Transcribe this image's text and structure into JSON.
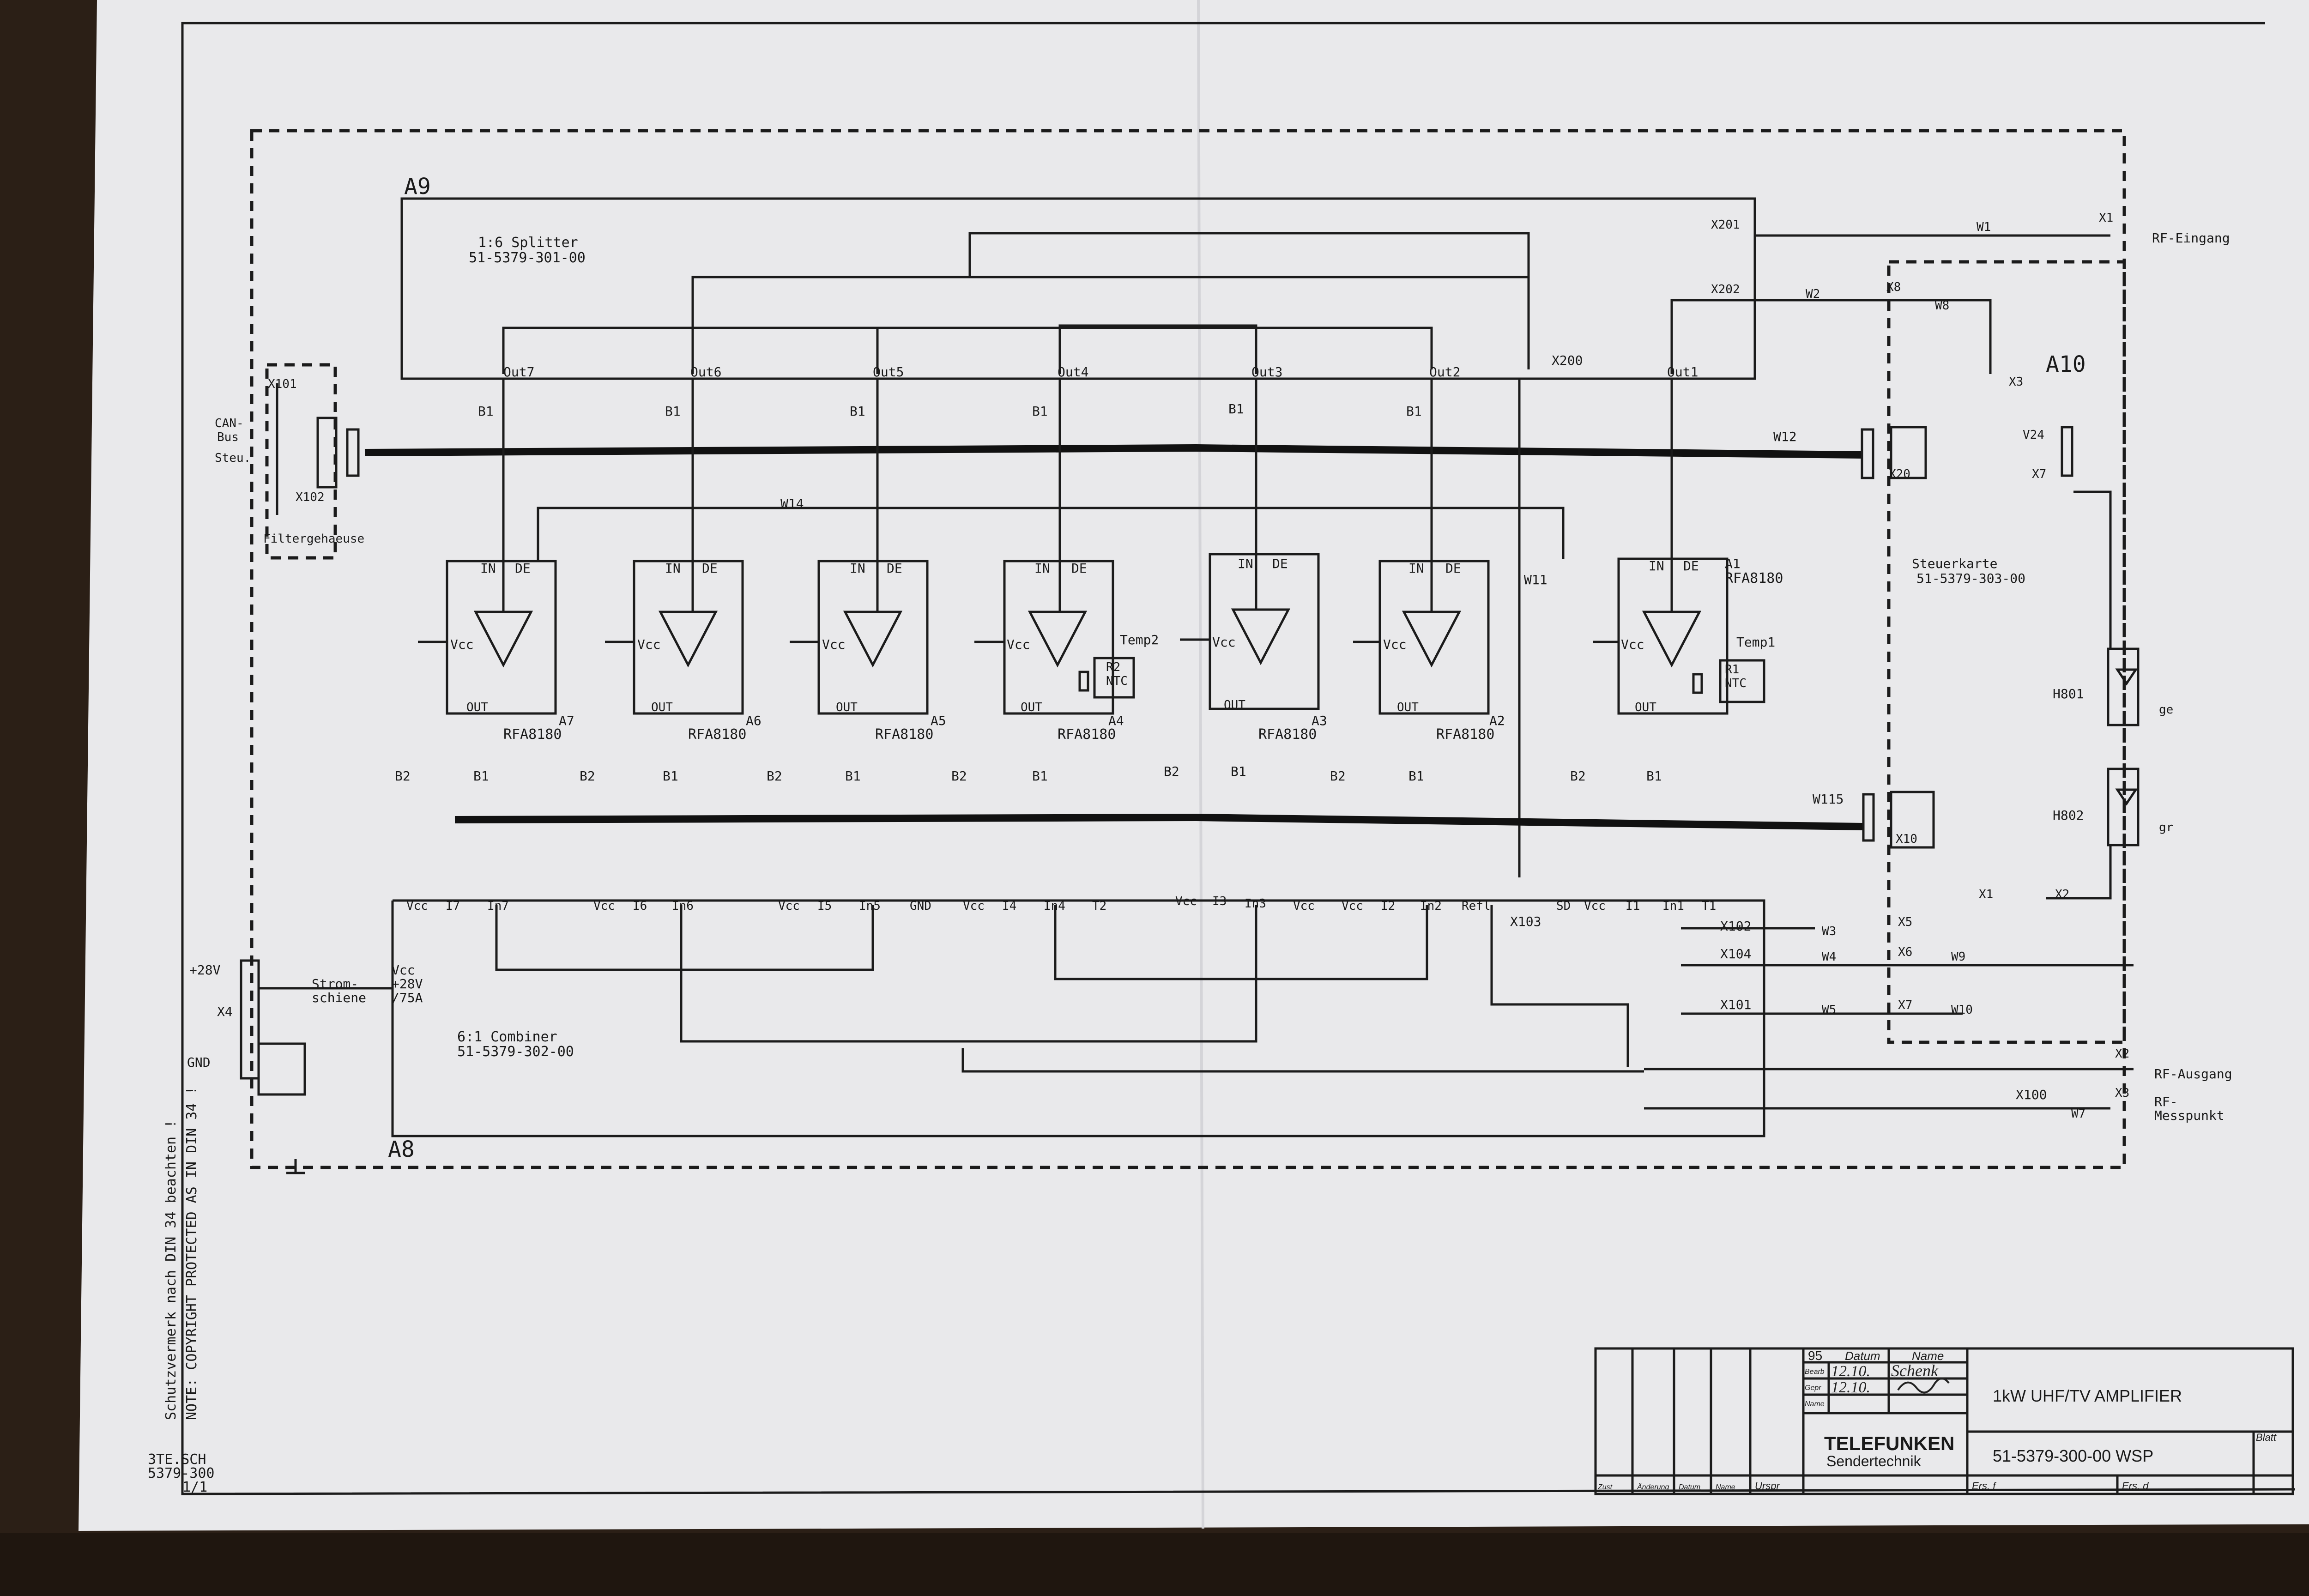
{
  "sheet": {
    "section_a9": "A9",
    "section_a8": "A8",
    "section_a10": "A10"
  },
  "splitter": {
    "title": "1:6 Splitter",
    "part": "51-5379-301-00"
  },
  "combiner": {
    "title": "6:1 Combiner",
    "part": "51-5379-302-00"
  },
  "control_card": {
    "title": "Steuerkarte",
    "part": "51-5379-303-00"
  },
  "filter_housing": {
    "label": "Filtergehaeuse",
    "x101": "X101",
    "x102": "X102",
    "can_line1": "CAN-",
    "can_line2": "Bus",
    "can_line3": "Steu."
  },
  "splitter_outputs": [
    "Out7",
    "Out6",
    "Out5",
    "Out4",
    "Out3",
    "Out2",
    "Out1"
  ],
  "b1_label": "B1",
  "b2_label": "B2",
  "amplifiers": [
    {
      "id": "A7",
      "type": "RFA8180"
    },
    {
      "id": "A6",
      "type": "RFA8180"
    },
    {
      "id": "A5",
      "type": "RFA8180"
    },
    {
      "id": "A4",
      "type": "RFA8180"
    },
    {
      "id": "A3",
      "type": "RFA8180"
    },
    {
      "id": "A2",
      "type": "RFA8180"
    },
    {
      "id": "A1",
      "type": "RFA8180"
    }
  ],
  "amp_pins": {
    "in": "IN",
    "de": "DE",
    "vcc": "Vcc",
    "out": "OUT"
  },
  "ntc": [
    {
      "temp": "Temp2",
      "r": "R2",
      "ntc": "NTC"
    },
    {
      "temp": "Temp1",
      "r": "R1",
      "ntc": "NTC"
    }
  ],
  "wires": {
    "w14": "W14",
    "w12": "W12",
    "w115": "W115",
    "w11": "W11",
    "w1": "W1",
    "w2": "W2",
    "w8": "W8",
    "w3": "W3",
    "w4": "W4",
    "w5": "W5",
    "w9": "W9",
    "w10": "W10",
    "w7": "W7"
  },
  "connectors": {
    "x200": "X200",
    "x201": "X201",
    "x202": "X202",
    "x103": "X103",
    "x102": "X102",
    "x104": "X104",
    "x101": "X101",
    "x100": "X100",
    "x1": "X1",
    "x2": "X2",
    "x3": "X3",
    "x4": "X4",
    "x5": "X5",
    "x6": "X6",
    "x7": "X7",
    "x8": "X8",
    "x10": "X10",
    "x20": "X20",
    "x3b": "X3",
    "x7b": "X7",
    "v24": "V24",
    "x1b": "X1",
    "x2b": "X2"
  },
  "rf": {
    "input": "RF-Eingang",
    "output": "RF-Ausgang",
    "measure_l1": "RF-",
    "measure_l2": "Messpunkt"
  },
  "leds": [
    {
      "id": "H801",
      "color": "ge"
    },
    {
      "id": "H802",
      "color": "gr"
    }
  ],
  "combiner_pins": [
    "Vcc",
    "I7",
    "In7",
    "Vcc",
    "I6",
    "In6",
    "Vcc",
    "I5",
    "In5",
    "GND",
    "Vcc",
    "I4",
    "In4",
    "T2",
    "Vcc",
    "I3",
    "In3",
    "Vcc",
    "Vcc",
    "I2",
    "In2",
    "Refl",
    "SD",
    "Vcc",
    "I1",
    "In1",
    "T1"
  ],
  "power": {
    "plus28": "+28V",
    "x4": "X4",
    "gnd": "GND",
    "rail_l1": "Strom-",
    "rail_l2": "schiene",
    "rail_v1": "Vcc",
    "rail_v2": "+28V",
    "rail_v3": "/75A"
  },
  "side_note": {
    "line1": "Schutzvermerk nach DIN 34 beachten !",
    "line2": "NOTE: COPYRIGHT PROTECTED AS IN DIN 34 !"
  },
  "file_ref": {
    "l1": "3TE.SCH",
    "l2": "5379-300",
    "l3": "1/1"
  },
  "title_block": {
    "year": "95",
    "datum": "Datum",
    "name": "Name",
    "bearb": "Bearb",
    "gepr": "Gepr",
    "norm": "Name",
    "d1": "12.10.",
    "n1": "Schenk",
    "d2": "12.10.",
    "brand1": "TELEFUNKEN",
    "brand2": "Sendertechnik",
    "title": "1kW UHF/TV AMPLIFIER",
    "drawing_no": "51-5379-300-00 WSP",
    "blatt": "Blatt",
    "zust": "Zust",
    "aenderung": "Änderung",
    "datum2": "Datum",
    "name2": "Name",
    "urspr": "Urspr",
    "ers_f": "Ers. f",
    "ers_d": "Ers. d"
  },
  "colors": {
    "paper": "#ececee",
    "ink": "#1b1b1b",
    "wood": "#2a1f17"
  }
}
